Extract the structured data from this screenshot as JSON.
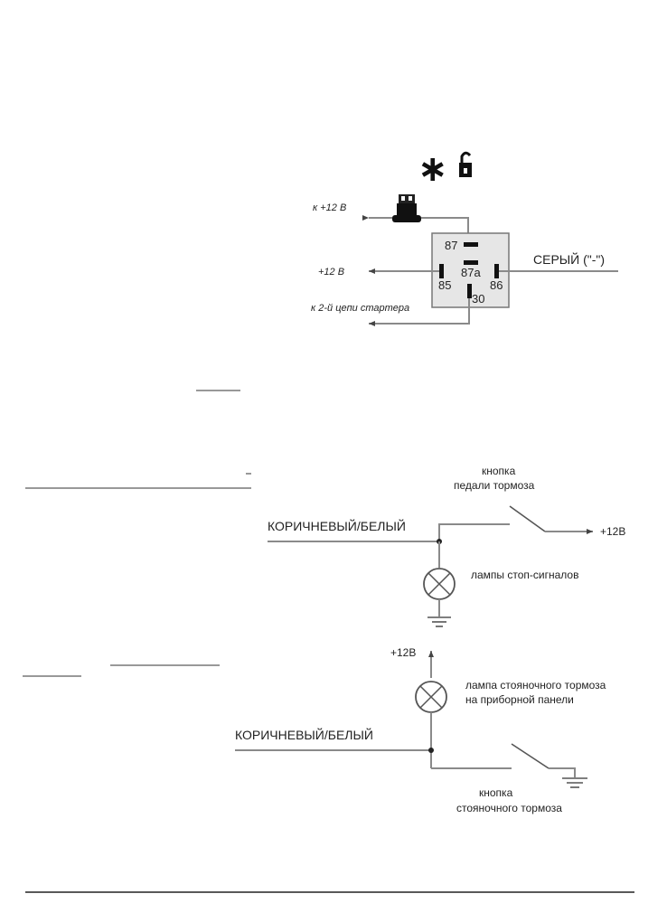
{
  "header_symbols": {
    "asterisk": "∗",
    "lock": "unlocked-lock"
  },
  "relay": {
    "to_plus12": "к +12 В",
    "plus12": "+12 В",
    "to_starter": "к 2-й цепи стартера",
    "grey_wire": "СЕРЫЙ (\"-\")",
    "pins": {
      "p87": "87",
      "p87a": "87a",
      "p85": "85",
      "p86": "86",
      "p30": "30"
    }
  },
  "brake": {
    "wire": "КОРИЧНЕВЫЙ/БЕЛЫЙ",
    "button_line1": "кнопка",
    "button_line2": "педали тормоза",
    "plus12": "+12В",
    "lamps": "лампы стоп-сигналов"
  },
  "parking": {
    "plus12": "+12В",
    "lamp_line1": "лампа стояночного тормоза",
    "lamp_line2": "на приборной панели",
    "wire": "КОРИЧНЕВЫЙ/БЕЛЫЙ",
    "button_line1": "кнопка",
    "button_line2": "стояночного тормоза"
  }
}
